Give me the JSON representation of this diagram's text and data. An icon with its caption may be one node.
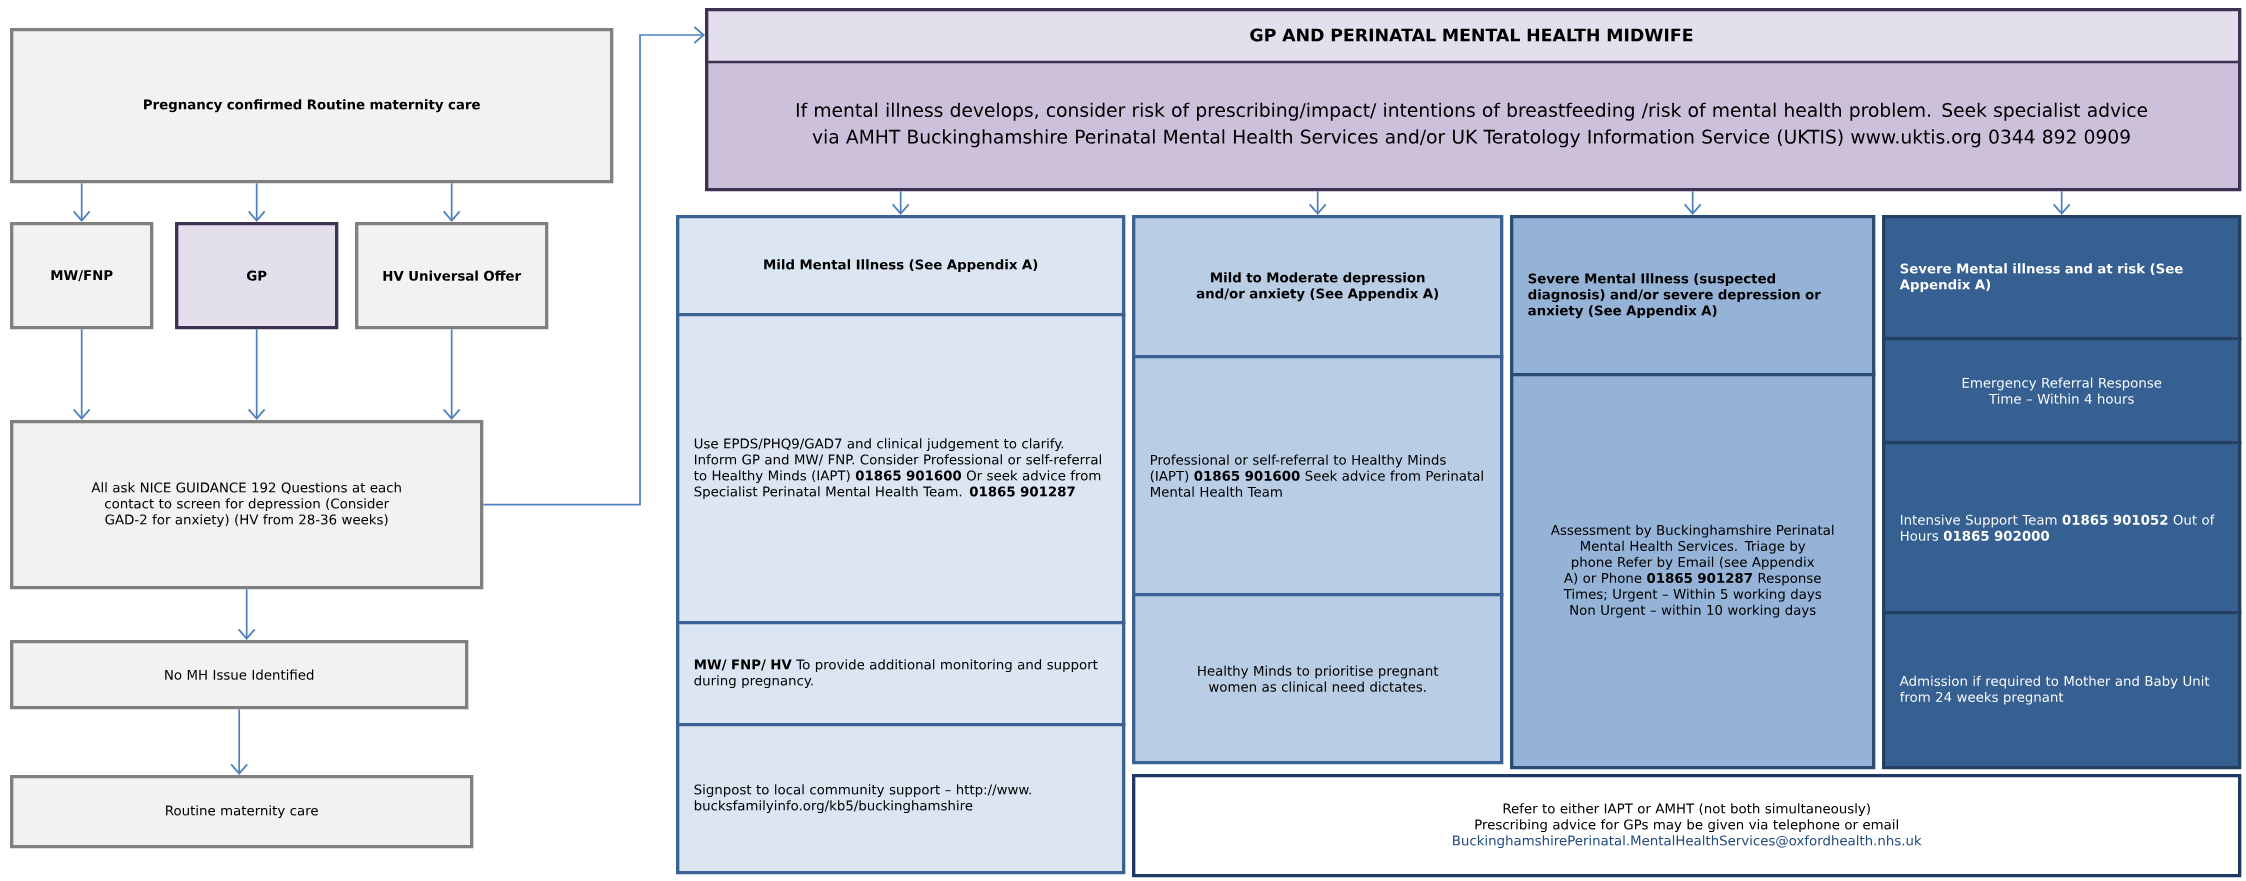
{
  "diagram": {
    "nodes": [
      {
        "text": [
          "Pregnancy confirmed Routine maternity care"
        ]
      },
      {
        "text": [
          "MW/FNP"
        ]
      },
      {
        "text": [
          "GP"
        ]
      },
      {
        "text": [
          "HV Universal Offer"
        ]
      },
      {
        "text": [
          "All ask NICE GUIDANCE 192 Questions at each contact to screen for depression (Consider GAD-2 for anxiety) (HV from 28-36 weeks)"
        ]
      },
      {
        "text": [
          "No MH Issue Identified"
        ]
      },
      {
        "text": [
          "Routine maternity care"
        ]
      },
      {
        "text": [
          "GP AND PERINATAL MENTAL HEALTH MIDWIFE",
          "If mental illness develops, consider risk of prescribing/impact/ intentions of breastfeeding /risk of mental health problem. Seek specialist advice via AMHT Buckinghamshire Perinatal Mental Health Services and/or UK Teratology Information Service (UKTIS) www.uktis.org 0344 892 0909"
        ]
      },
      {
        "text": [
          "Mild Mental Illness (See Appendix A)"
        ]
      },
      {
        "text": [
          "Use EPDS/PHQ9/GAD7 and clinical judgement to clarify. Inform GP and MW/ FNP. Consider Professional or self-referral to Healthy Minds (IAPT) **01865 901600** Or seek advice from Specialist Perinatal Mental Health Team. **01865 901287**"
        ]
      },
      {
        "text": [
          "**MW/ FNP/ HV** To provide additional monitoring and support during pregnancy."
        ]
      },
      {
        "text": [
          "Signpost to local community support – http://www.bucksfamilyinfo.org/kb5/buckinghamshire"
        ]
      },
      {
        "text": [
          "Mild to Moderate depression and/or anxiety (See Appendix A)"
        ]
      },
      {
        "text": [
          "Professional or self-referral to Healthy Minds (IAPT) **01865 901600** Seek advice from Perinatal Mental Health Team"
        ]
      },
      {
        "text": [
          "Healthy Minds to prioritise pregnant women as clinical need dictates."
        ]
      },
      {
        "text": [
          "Severe Mental Illness (suspected diagnosis) and/or severe depression or anxiety (See Appendix A)"
        ]
      },
      {
        "text": [
          "Assessment by Buckinghamshire Perinatal Mental Health Services. Triage by phone Refer by Email (see Appendix A) or Phone **01865 901287** Response Times; Urgent – Within 5 working days Non Urgent – within 10 working days"
        ]
      },
      {
        "text": [
          "Severe Mental illness and at risk (See Appendix A)"
        ]
      },
      {
        "text": [
          "Emergency Referral Response Time – Within 4 hours"
        ]
      },
      {
        "text": [
          "Intensive Support Team **01865 901052** Out of Hours **01865 902000**"
        ]
      },
      {
        "text": [
          "Admission if required to Mother and Baby Unit from 24 weeks pregnant"
        ]
      },
      {
        "text": [
          "Refer to either IAPT or AMHT (not both simultaneously)",
          "Prescribing advice for GPs may be given via telephone or email",
          "BuckinghamshirePerinatal.MentalHealthServices@oxfordhealth.nhs.uk"
        ]
      }
    ],
    "edges": [
      {
        "from": 0,
        "to": 1,
        "arrow": "to"
      },
      {
        "from": 0,
        "to": 2,
        "arrow": "to"
      },
      {
        "from": 0,
        "to": 3,
        "arrow": "to"
      },
      {
        "from": 1,
        "to": 4,
        "arrow": "to"
      },
      {
        "from": 2,
        "to": 4,
        "arrow": "to"
      },
      {
        "from": 3,
        "to": 4,
        "arrow": "to"
      },
      {
        "from": 4,
        "to": 5,
        "arrow": "to"
      },
      {
        "from": 5,
        "to": 6,
        "arrow": "to"
      },
      {
        "from": 4,
        "to": 7,
        "arrow": "to"
      },
      {
        "from": 7,
        "to": 8,
        "arrow": "to"
      },
      {
        "from": 7,
        "to": 12,
        "arrow": "to"
      },
      {
        "from": 7,
        "to": 15,
        "arrow": "to"
      },
      {
        "from": 7,
        "to": 17,
        "arrow": "to"
      }
    ]
  }
}
